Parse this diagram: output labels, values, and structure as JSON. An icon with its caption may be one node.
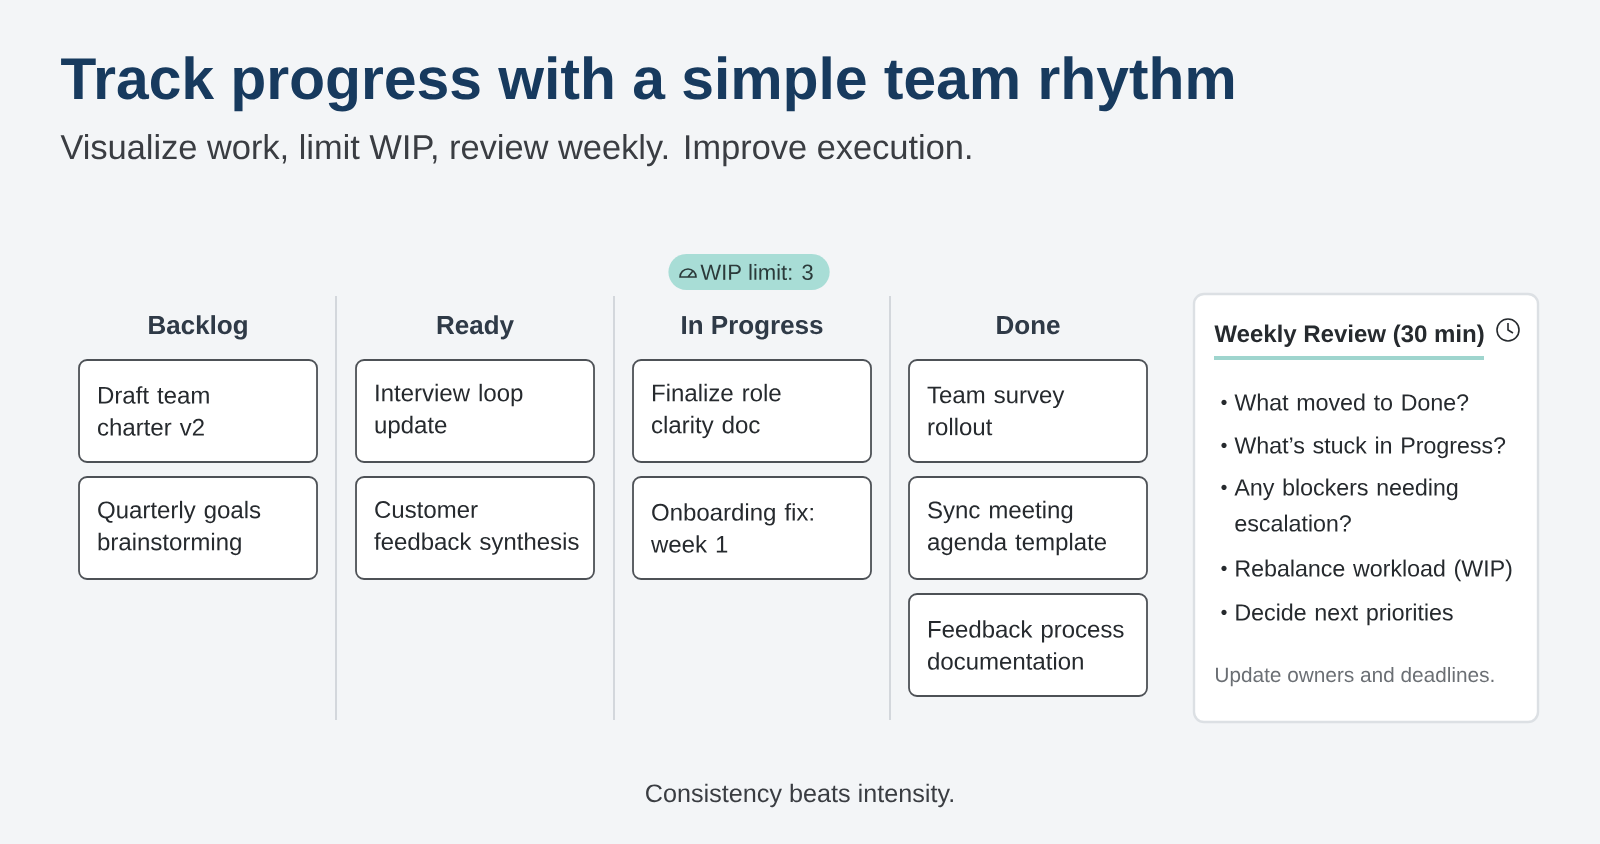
{
  "diagram": {
    "title": "Track progress with a simple team rhythm",
    "caption": "Consistency beats intensity.",
    "nodes": [
      {
        "text": [
          "Draft team charter v2"
        ]
      },
      {
        "text": [
          "Quarterly goals brainstorming"
        ]
      },
      {
        "text": [
          "Interview loop update"
        ]
      },
      {
        "text": [
          "Customer feedback synthesis"
        ]
      },
      {
        "text": [
          "WIP limit: 3"
        ]
      },
      {
        "text": [
          "Finalize role clarity doc"
        ]
      },
      {
        "text": [
          "Onboarding fix: week 1"
        ]
      },
      {
        "text": [
          "Team survey rollout"
        ]
      },
      {
        "text": [
          "Sync meeting agenda template"
        ]
      },
      {
        "text": [
          "Feedback process documentation"
        ]
      },
      {
        "text": [
          "Weekly Review (30 min)",
          "What moved to Done?",
          "What’s stuck in Progress?",
          "Any blockers needing escalation?",
          "Rebalance workload (WIP)",
          "Decide next priorities",
          "Update owners and deadlines."
        ]
      }
    ],
    "labels": [
      "Visualize work, limit WIP, review weekly. Improve execution.",
      "Backlog",
      "Ready",
      "In Progress",
      "Done"
    ]
  }
}
